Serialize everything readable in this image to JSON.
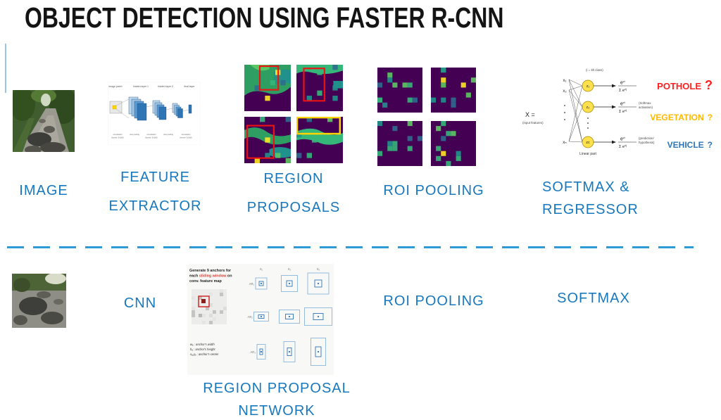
{
  "title": "OBJECT DETECTION USING FASTER R-CNN",
  "pipeline_top": {
    "image_label": "IMAGE",
    "feature_extractor_label": [
      "FEATURE",
      "EXTRACTOR"
    ],
    "region_proposals_label": [
      "REGION",
      "PROPOSALS"
    ],
    "roi_pooling_label": "ROI POOLING",
    "softmax_regressor_label": [
      "SOFTMAX &",
      "REGRESSOR"
    ],
    "outputs": [
      {
        "label": "POTHOLE",
        "q": "?"
      },
      {
        "label": "VEGETATION",
        "q": "?"
      },
      {
        "label": "VEHICLE",
        "q": "?"
      }
    ]
  },
  "pipeline_bottom": {
    "cnn_label": "CNN",
    "roi_pooling_label": "ROI POOLING",
    "softmax_label": "SOFTMAX",
    "rpn_label": [
      "REGION PROPOSAL",
      "NETWORK"
    ]
  },
  "feature_extractor_diagram": {
    "columns": [
      "image patch",
      "hidden layer 1",
      "hidden layer 2",
      "final layer"
    ],
    "ops": [
      [
        "convolution",
        "(kernel: 3x3x8)"
      ],
      [
        "max pooling",
        ""
      ],
      [
        "convolution",
        "(kernel: 3x3x8)"
      ],
      [
        "max pooling",
        ""
      ],
      [
        "convolution",
        "(kernel: 3x3x8)"
      ]
    ]
  },
  "softmax_diagram": {
    "x_eq": "X =",
    "x_note": "(input features)",
    "inputs": [
      "x₁",
      "x₂",
      "xₙ"
    ],
    "nodes": [
      "z₁",
      "z₂",
      "zc"
    ],
    "top_note": "(i = ith class)",
    "softmax_note": [
      "(Softmax",
      "activation)"
    ],
    "pred_note": [
      "(prediction/",
      "hypothesis)"
    ],
    "linear_label": "Linear part",
    "formula": {
      "num": "e",
      "num_sup": "zi",
      "den": "Σ e",
      "den_sup": "zj"
    }
  },
  "rpn_diagram": {
    "cap1": "Generate 9 anchors for",
    "cap2a": "each ",
    "cap2b": "sliding window",
    "cap2c": " on",
    "cap3": "conv. feature map",
    "legend": [
      "wₐ :  anchor's width",
      "hₐ :  anchor's height",
      "xₐ,yₐ :  anchor's center"
    ],
    "row_labels": [
      "AR₁",
      "AR₂",
      "AR₃"
    ],
    "col_labels": [
      "S₁",
      "S₂",
      "S₃"
    ]
  },
  "colors": {
    "label_blue": "#1878BE",
    "pothole": "#FF1F1F",
    "vegetation": "#FFB900",
    "vehicle": "#2E75B6",
    "divider": "#2E9BD8",
    "heatmap_bg": "#440154"
  }
}
